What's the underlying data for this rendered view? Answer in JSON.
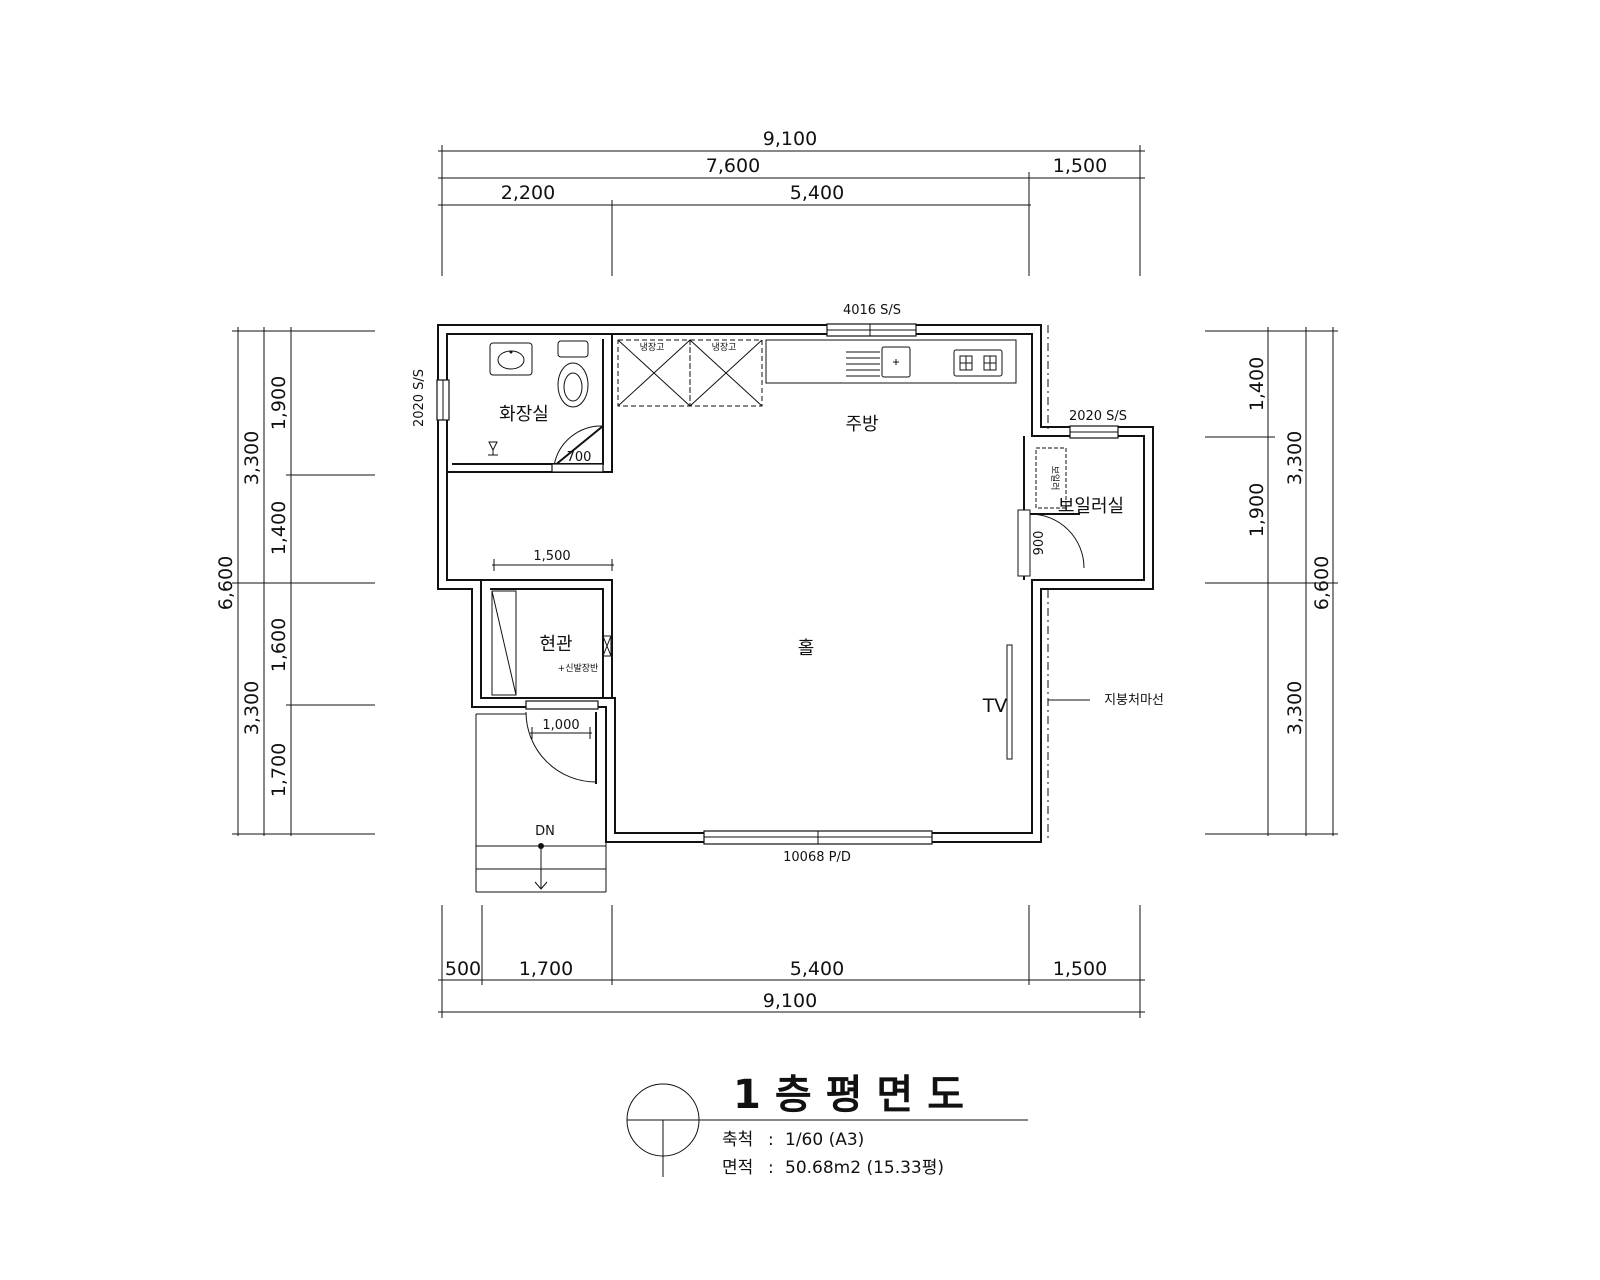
{
  "drawing": {
    "title": "1층평면도",
    "scale_label": "축척",
    "scale_value": "1/60 (A3)",
    "area_label": "면적",
    "area_value": "50.68m2 (15.33평)",
    "colon": ":"
  },
  "dimensions": {
    "top": {
      "overall": "9,100",
      "row2_left": "7,600",
      "row2_right": "1,500",
      "row3_left": "2,200",
      "row3_right": "5,400"
    },
    "bottom": {
      "d500": "500",
      "d1700": "1,700",
      "d5400": "5,400",
      "d1500": "1,500",
      "overall": "9,100"
    },
    "left": {
      "overall": "6,600",
      "upper": "3,300",
      "lower": "3,300",
      "d1900": "1,900",
      "d1400": "1,400",
      "d1600": "1,600",
      "d1700": "1,700"
    },
    "right": {
      "overall": "6,600",
      "upper": "3,300",
      "lower": "3,300",
      "d1400": "1,400",
      "d1900": "1,900"
    },
    "interior": {
      "entrance_width": "1,500",
      "entrance_door": "1,000",
      "bath_door": "700",
      "boiler_door": "900"
    }
  },
  "rooms": {
    "bathroom": "화장실",
    "kitchen": "주방",
    "hall": "홀",
    "entrance": "현관",
    "boiler_room": "보일러실"
  },
  "labels": {
    "window_top": "4016 S/S",
    "window_left": "2020 S/S",
    "window_boiler": "2020 S/S",
    "door_bottom": "10068 P/D",
    "tv": "TV",
    "stairs": "DN",
    "roof_line": "지붕처마선",
    "shoe_cabinet": "+신발장반",
    "fridge_1": "냉장고",
    "fridge_2": "냉장고",
    "boiler": "보일러"
  }
}
